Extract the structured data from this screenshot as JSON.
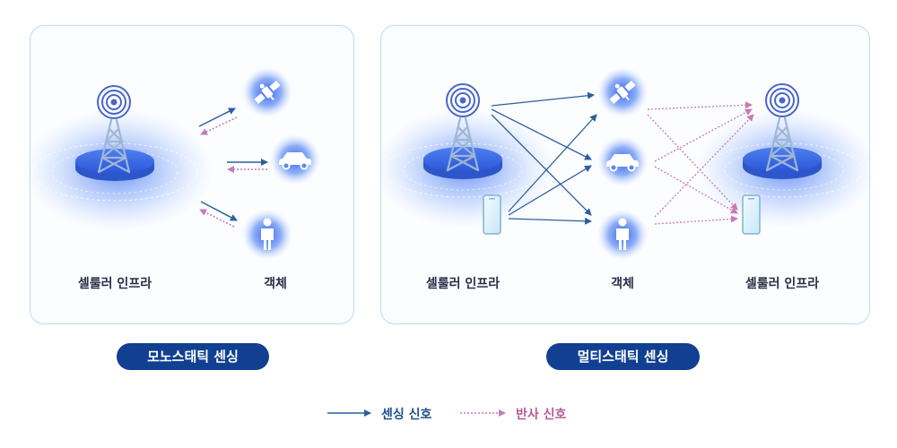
{
  "panels": {
    "mono": {
      "title": "모노스태틱 센싱",
      "infra_label": "셀룰러 인프라",
      "object_label": "객체"
    },
    "multi": {
      "title": "멀티스태틱 센싱",
      "tx_label": "셀룰러 인프라",
      "object_label": "객체",
      "rx_label": "셀룰러 인프라"
    }
  },
  "legend": {
    "sensing": "센싱 신호",
    "reflect": "반사 신호"
  },
  "colors": {
    "sensing": "#2d5f9e",
    "reflect": "#c77ab6",
    "pill_bg": "#113f91",
    "panel_border": "#b9dcef",
    "glow": "#5a86f0",
    "platform": "#2f5fe0"
  },
  "icons": {
    "tower": "cell-tower-icon",
    "satellite": "satellite-icon",
    "car": "car-icon",
    "person": "person-icon",
    "phone": "smartphone-icon"
  }
}
